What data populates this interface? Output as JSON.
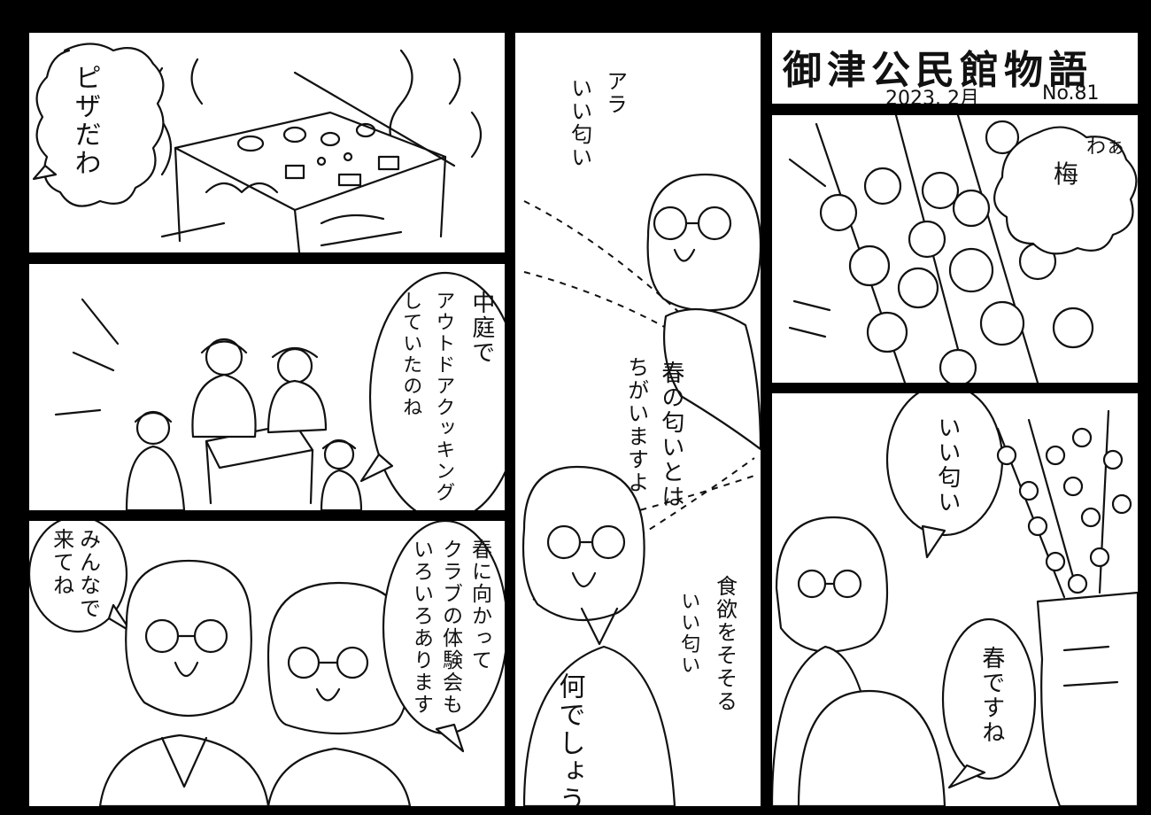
{
  "header": {
    "title": "御津公民館物語",
    "date": "2023. 2月",
    "issue": "No.81"
  },
  "panels": {
    "pizza": {
      "speech": "ピザだわ"
    },
    "courtyard": {
      "speech_line1": "中庭で",
      "speech_line2": "アウトドアクッキング",
      "speech_line3": "していたのね"
    },
    "invite": {
      "speech_left_line1": "みんなで",
      "speech_left_line2": "来てね",
      "speech_right_line1": "春に向かって",
      "speech_right_line2": "クラブの体験会も",
      "speech_right_line3": "いろいろあります"
    },
    "smell": {
      "woman_line1": "アラ",
      "woman_line2": "いい匂い",
      "man_line1": "春の匂いとは",
      "man_line2": "ちがいますよ",
      "man2_line1": "食欲をそそる",
      "man2_line2": "いい匂い",
      "man2_line3": "何でしょう"
    },
    "plum": {
      "speech_line1": "わぁ",
      "speech_line2": "梅"
    },
    "vase": {
      "speech_top": "いい匂い",
      "speech_bottom": "春ですね"
    }
  }
}
